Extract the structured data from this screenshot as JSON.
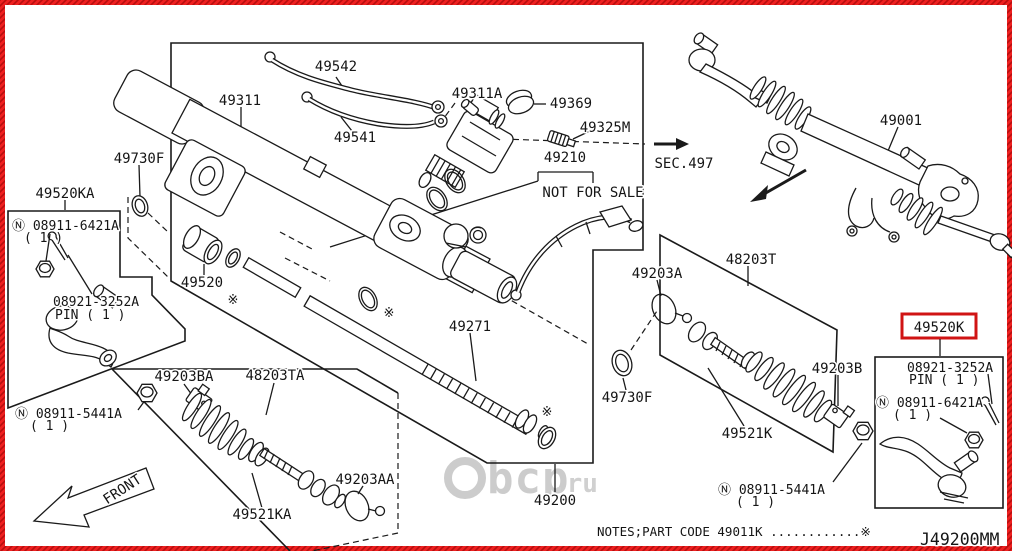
{
  "labels": {
    "p49542": "49542",
    "p49541": "49541",
    "p49311": "49311",
    "p49311a": "49311A",
    "p49369": "49369",
    "p49325m": "49325M",
    "p49210": "49210",
    "nfs": "NOT FOR SALE",
    "sec": "SEC.497",
    "p49001": "49001",
    "p49730f": "49730F",
    "p49520ka": "49520KA",
    "n6421": "Ⓝ 08911-6421A",
    "n5441": "Ⓝ 08911-5441A",
    "p08921": "08921-3252A",
    "pin1": "PIN ( 1 )",
    "qty1": "( 1 )",
    "p49520": "49520",
    "p49271": "49271",
    "p49203ba": "49203BA",
    "p48203ta": "48203TA",
    "p49521ka": "49521KA",
    "p49203aa": "49203AA",
    "p49200": "49200",
    "p49203a": "49203A",
    "p48203t": "48203T",
    "p49203b": "49203B",
    "p49521k": "49521K",
    "p49520k": "49520K",
    "front": "FRONT",
    "star": "※",
    "notes": "NOTES;PART CODE 49011K ............※",
    "code": "J49200MM"
  },
  "watermark": {
    "name": "bcp",
    "tld": ".ru"
  },
  "colors": {
    "highlight_red": "#d01414",
    "border_red": "#ee2020",
    "line": "#1a1a1a",
    "watermark_gray": "#c7c7c7"
  }
}
